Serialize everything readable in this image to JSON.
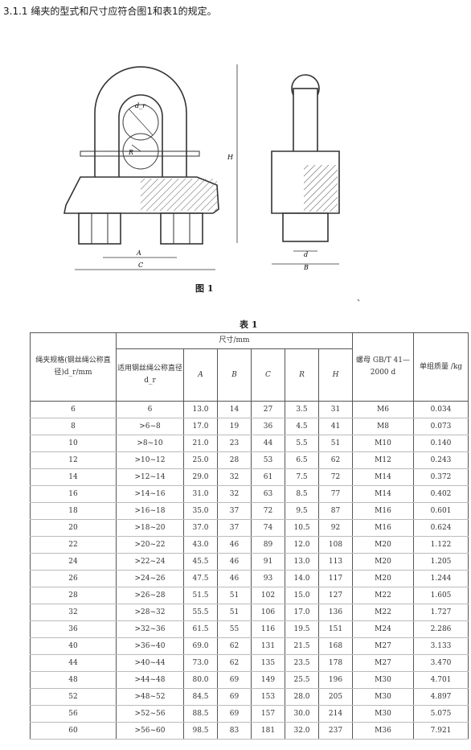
{
  "heading": "3.1.1 绳夹的型式和尺寸应符合图1和表1的规定。",
  "figure": {
    "caption": "图 1",
    "labels": {
      "A": "A",
      "C": "C",
      "H": "H",
      "d": "d",
      "B": "B",
      "R": "R",
      "dr": "d_r"
    }
  },
  "table": {
    "caption": "表 1",
    "mark": "、",
    "header": {
      "col0": "绳夹规格(钢丝绳公称直径)d_r/mm",
      "group": "尺寸/mm",
      "col1": "适用钢丝绳公称直径 d_r",
      "A": "A",
      "B": "B",
      "C": "C",
      "R": "R",
      "H": "H",
      "nut": "螺母 GB/T 41—2000 d",
      "mass": "单组质量 /kg"
    },
    "rows": [
      [
        "6",
        "6",
        "13.0",
        "14",
        "27",
        "3.5",
        "31",
        "M6",
        "0.034"
      ],
      [
        "8",
        ">6~8",
        "17.0",
        "19",
        "36",
        "4.5",
        "41",
        "M8",
        "0.073"
      ],
      [
        "10",
        ">8~10",
        "21.0",
        "23",
        "44",
        "5.5",
        "51",
        "M10",
        "0.140"
      ],
      [
        "12",
        ">10~12",
        "25.0",
        "28",
        "53",
        "6.5",
        "62",
        "M12",
        "0.243"
      ],
      [
        "14",
        ">12~14",
        "29.0",
        "32",
        "61",
        "7.5",
        "72",
        "M14",
        "0.372"
      ],
      [
        "16",
        ">14~16",
        "31.0",
        "32",
        "63",
        "8.5",
        "77",
        "M14",
        "0.402"
      ],
      [
        "18",
        ">16~18",
        "35.0",
        "37",
        "72",
        "9.5",
        "87",
        "M16",
        "0.601"
      ],
      [
        "20",
        ">18~20",
        "37.0",
        "37",
        "74",
        "10.5",
        "92",
        "M16",
        "0.624"
      ],
      [
        "22",
        ">20~22",
        "43.0",
        "46",
        "89",
        "12.0",
        "108",
        "M20",
        "1.122"
      ],
      [
        "24",
        ">22~24",
        "45.5",
        "46",
        "91",
        "13.0",
        "113",
        "M20",
        "1.205"
      ],
      [
        "26",
        ">24~26",
        "47.5",
        "46",
        "93",
        "14.0",
        "117",
        "M20",
        "1.244"
      ],
      [
        "28",
        ">26~28",
        "51.5",
        "51",
        "102",
        "15.0",
        "127",
        "M22",
        "1.605"
      ],
      [
        "32",
        ">28~32",
        "55.5",
        "51",
        "106",
        "17.0",
        "136",
        "M22",
        "1.727"
      ],
      [
        "36",
        ">32~36",
        "61.5",
        "55",
        "116",
        "19.5",
        "151",
        "M24",
        "2.286"
      ],
      [
        "40",
        ">36~40",
        "69.0",
        "62",
        "131",
        "21.5",
        "168",
        "M27",
        "3.133"
      ],
      [
        "44",
        ">40~44",
        "73.0",
        "62",
        "135",
        "23.5",
        "178",
        "M27",
        "3.470"
      ],
      [
        "48",
        ">44~48",
        "80.0",
        "69",
        "149",
        "25.5",
        "196",
        "M30",
        "4.701"
      ],
      [
        "52",
        ">48~52",
        "84.5",
        "69",
        "153",
        "28.0",
        "205",
        "M30",
        "4.897"
      ],
      [
        "56",
        ">52~56",
        "88.5",
        "69",
        "157",
        "30.0",
        "214",
        "M30",
        "5.075"
      ],
      [
        "60",
        ">56~60",
        "98.5",
        "83",
        "181",
        "32.0",
        "237",
        "M36",
        "7.921"
      ]
    ]
  }
}
